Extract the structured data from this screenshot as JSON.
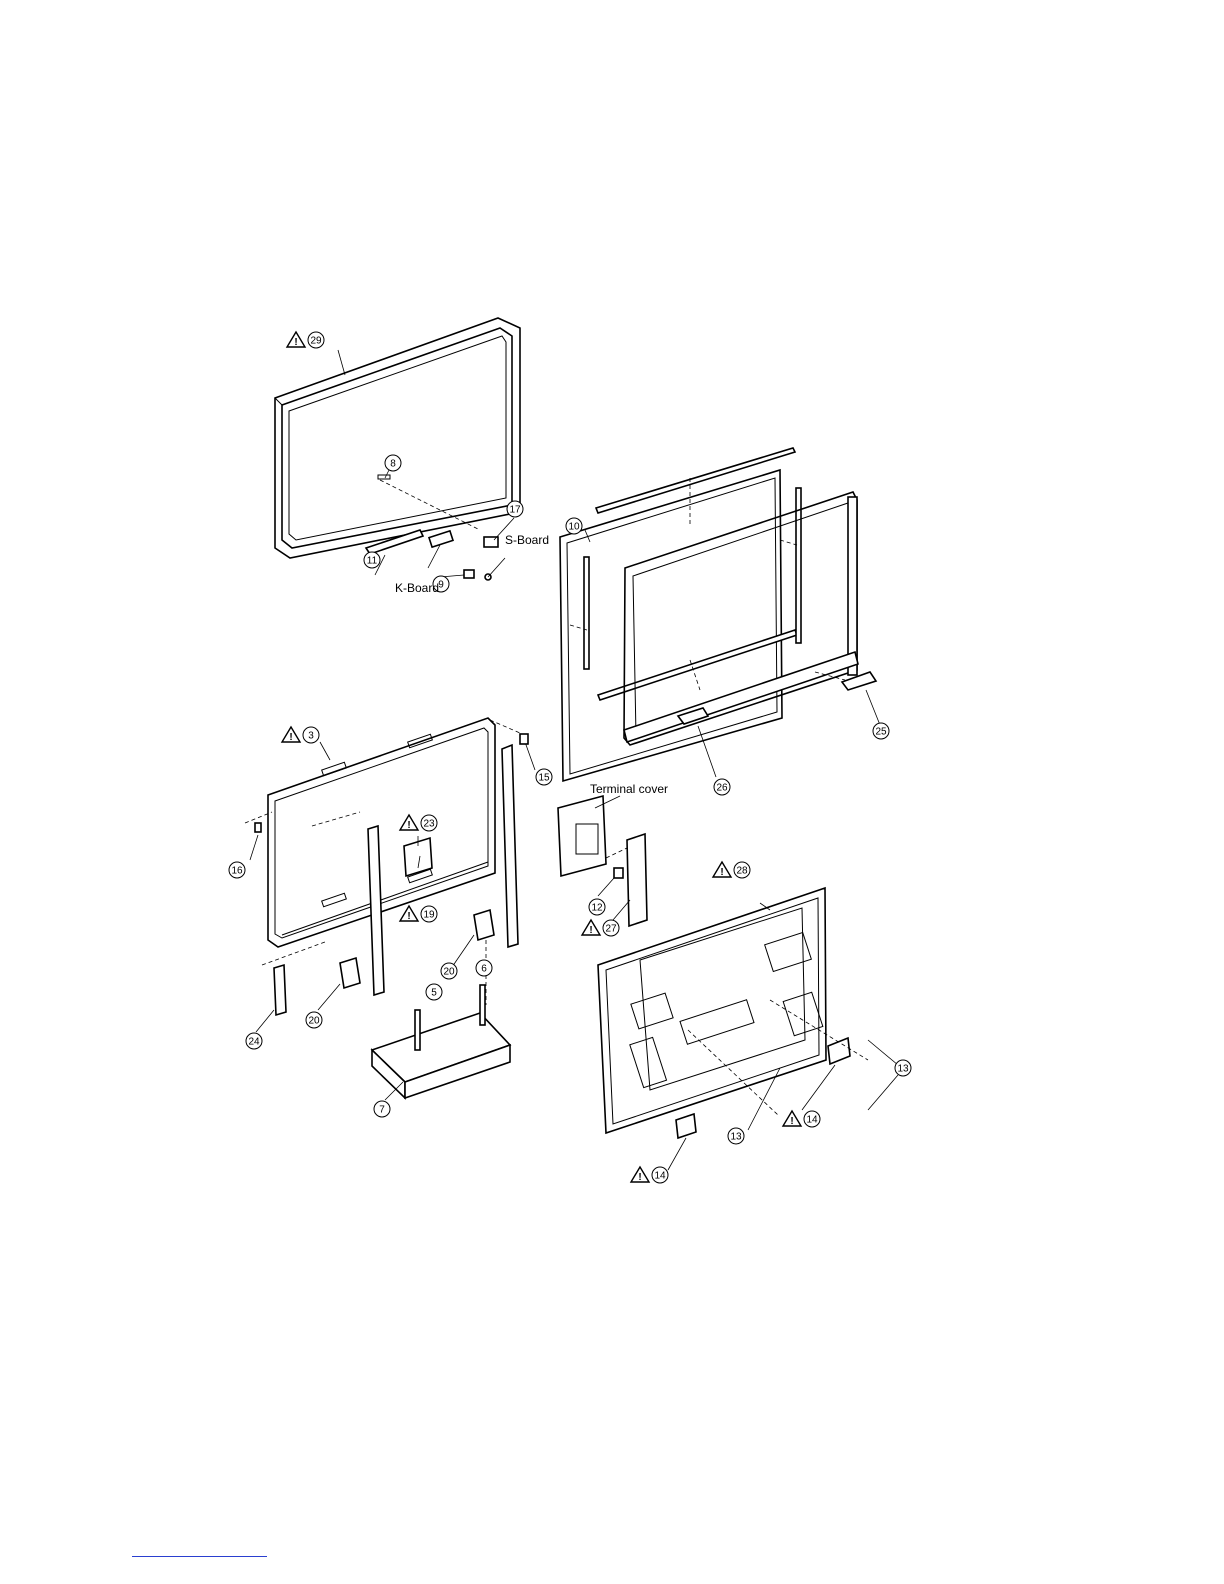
{
  "labels": {
    "s_board": "S-Board",
    "k_board": "K-Board",
    "terminal_cover": "Terminal cover"
  },
  "callouts": [
    {
      "id": "c29a",
      "number": "29",
      "warning": true
    },
    {
      "id": "c8",
      "number": "8",
      "warning": false
    },
    {
      "id": "c17",
      "number": "17",
      "warning": false
    },
    {
      "id": "c11",
      "number": "11",
      "warning": false
    },
    {
      "id": "c9",
      "number": "9",
      "warning": false
    },
    {
      "id": "c10",
      "number": "10",
      "warning": false
    },
    {
      "id": "c25",
      "number": "25",
      "warning": false
    },
    {
      "id": "c26",
      "number": "26",
      "warning": false
    },
    {
      "id": "c3",
      "number": "3",
      "warning": true
    },
    {
      "id": "c15",
      "number": "15",
      "warning": false
    },
    {
      "id": "c16",
      "number": "16",
      "warning": false
    },
    {
      "id": "c23",
      "number": "23",
      "warning": true
    },
    {
      "id": "c19",
      "number": "19",
      "warning": true
    },
    {
      "id": "c12",
      "number": "12",
      "warning": false
    },
    {
      "id": "c27",
      "number": "27",
      "warning": true
    },
    {
      "id": "c28",
      "number": "28",
      "warning": true
    },
    {
      "id": "c24",
      "number": "24",
      "warning": false
    },
    {
      "id": "c20a",
      "number": "20",
      "warning": false
    },
    {
      "id": "c20b",
      "number": "20",
      "warning": false
    },
    {
      "id": "c5",
      "number": "5",
      "warning": false
    },
    {
      "id": "c6",
      "number": "6",
      "warning": false
    },
    {
      "id": "c7",
      "number": "7",
      "warning": false
    },
    {
      "id": "c13a",
      "number": "13",
      "warning": false
    },
    {
      "id": "c13b",
      "number": "13",
      "warning": false
    },
    {
      "id": "c14a",
      "number": "14",
      "warning": true
    },
    {
      "id": "c14b",
      "number": "14",
      "warning": true
    }
  ]
}
